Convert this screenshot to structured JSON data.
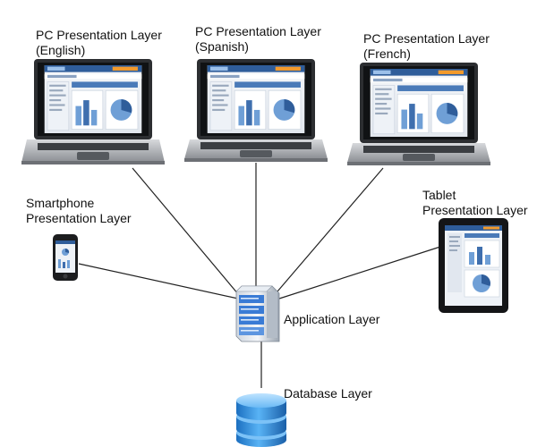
{
  "nodes": {
    "pc_english": {
      "line1": "PC Presentation Layer",
      "line2": "(English)"
    },
    "pc_spanish": {
      "line1": "PC Presentation Layer",
      "line2": "(Spanish)"
    },
    "pc_french": {
      "line1": "PC Presentation Layer",
      "line2": "(French)"
    },
    "smartphone": {
      "line1": "Smartphone",
      "line2": "Presentation Layer"
    },
    "tablet": {
      "line1": "Tablet",
      "line2": "Presentation Layer"
    },
    "application": {
      "label": "Application Layer"
    },
    "database": {
      "label": "Database Layer"
    }
  },
  "icons": {
    "laptop": "laptop-icon",
    "smartphone": "smartphone-icon",
    "tablet": "tablet-icon",
    "server": "server-icon",
    "database": "database-icon"
  },
  "colors": {
    "connector": "#222222",
    "screen_header": "#2f5d9a",
    "screen_accent": "#f39a2b",
    "server_blue": "#3a7bd5",
    "database_blue": "#2d8fe0"
  }
}
